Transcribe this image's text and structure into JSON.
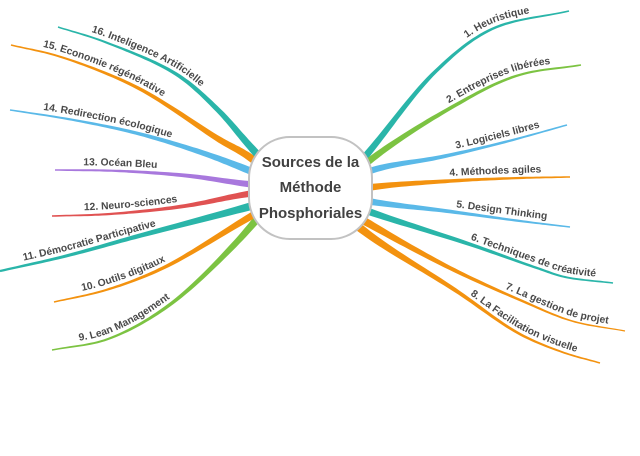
{
  "diagram": {
    "type": "mindmap",
    "central_topic": "Sources de la Méthode Phosphoriales",
    "branch_count": 16
  },
  "title": {
    "line1": "Sources de la",
    "line2": "Méthode",
    "line3": "Phosphoriales"
  },
  "palette": {
    "teal": "#2ab5a9",
    "green": "#7cc342",
    "blue": "#5ab9e8",
    "orange": "#f3920f",
    "purple": "#a878dd",
    "red": "#e05252",
    "node_border": "#c2c2c2",
    "node_text": "#414141",
    "label_text": "#4a4a4a",
    "background": "#ffffff"
  },
  "branches": [
    {
      "id": 1,
      "label": "1. Heuristique",
      "color": "#2ab5a9",
      "side": "right"
    },
    {
      "id": 2,
      "label": "2. Entreprises libérées",
      "color": "#7cc342",
      "side": "right"
    },
    {
      "id": 3,
      "label": "3. Logiciels libres",
      "color": "#5ab9e8",
      "side": "right"
    },
    {
      "id": 4,
      "label": "4. Méthodes agiles",
      "color": "#f3920f",
      "side": "right"
    },
    {
      "id": 5,
      "label": "5. Design Thinking",
      "color": "#5ab9e8",
      "side": "right"
    },
    {
      "id": 6,
      "label": "6. Techniques de créativité",
      "color": "#2ab5a9",
      "side": "right"
    },
    {
      "id": 7,
      "label": "7. La gestion de projet",
      "color": "#f3920f",
      "side": "right"
    },
    {
      "id": 8,
      "label": "8. La Facilitation visuelle",
      "color": "#f3920f",
      "side": "right"
    },
    {
      "id": 9,
      "label": "9. Lean Management",
      "color": "#7cc342",
      "side": "left"
    },
    {
      "id": 10,
      "label": "10. Outils digitaux",
      "color": "#f3920f",
      "side": "left"
    },
    {
      "id": 11,
      "label": "11. Démocratie Participative",
      "color": "#2ab5a9",
      "side": "left"
    },
    {
      "id": 12,
      "label": "12. Neuro-sciences",
      "color": "#e05252",
      "side": "left"
    },
    {
      "id": 13,
      "label": "13. Océan Bleu",
      "color": "#a878dd",
      "side": "left"
    },
    {
      "id": 14,
      "label": "14. Redirection écologique",
      "color": "#5ab9e8",
      "side": "left"
    },
    {
      "id": 15,
      "label": "15. Economie régénérative",
      "color": "#f3920f",
      "side": "left"
    },
    {
      "id": 16,
      "label": "16. Inteligence Artificielle",
      "color": "#2ab5a9",
      "side": "left"
    }
  ]
}
